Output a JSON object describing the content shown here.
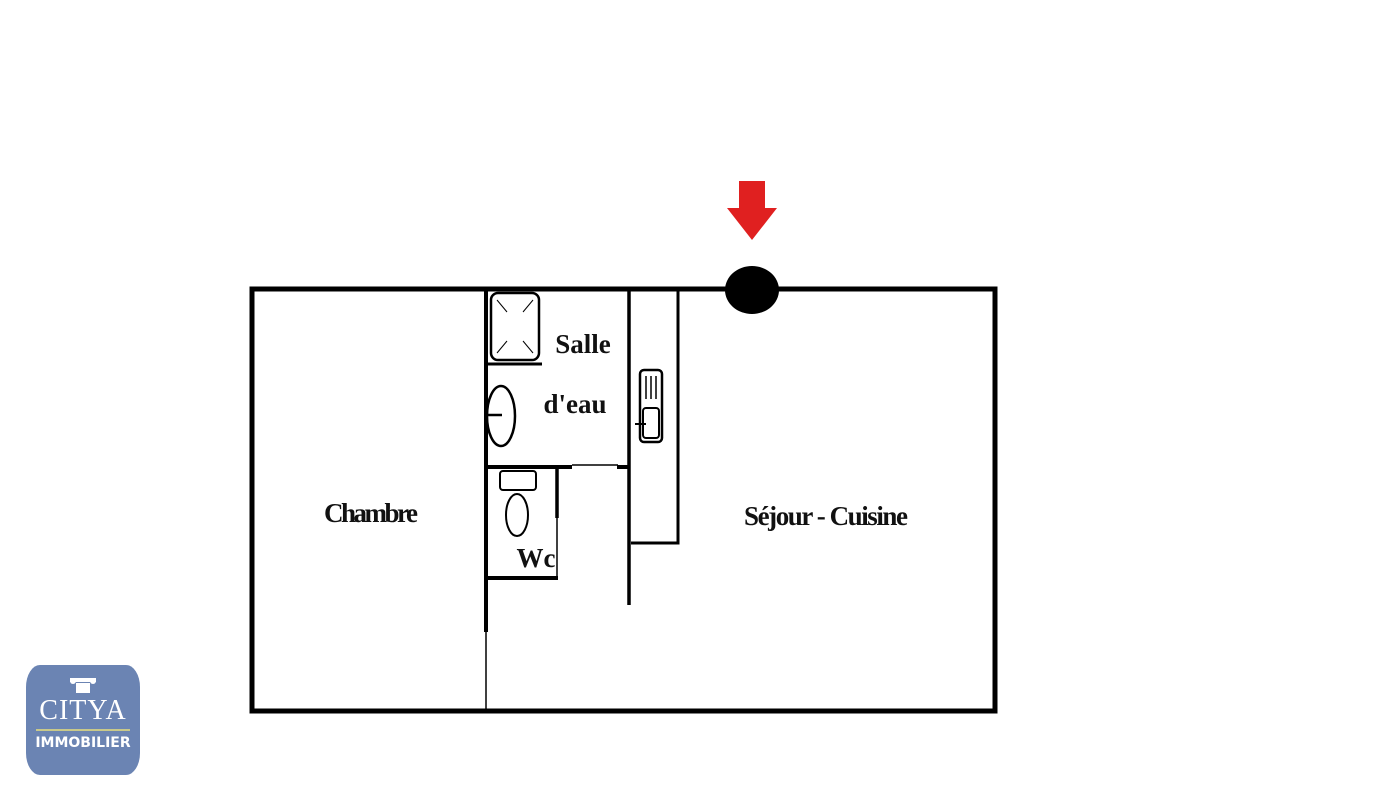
{
  "plan": {
    "rooms": {
      "chambre": "Chambre",
      "salle_line1": "Salle",
      "salle_line2": "d'eau",
      "wc": "Wc",
      "sejour": "Séjour - Cuisine"
    },
    "entrance_arrow_color": "#e02020"
  },
  "logo": {
    "brand": "CITYA",
    "sub": "IMMOBILIER",
    "color": "#6b84b3"
  }
}
